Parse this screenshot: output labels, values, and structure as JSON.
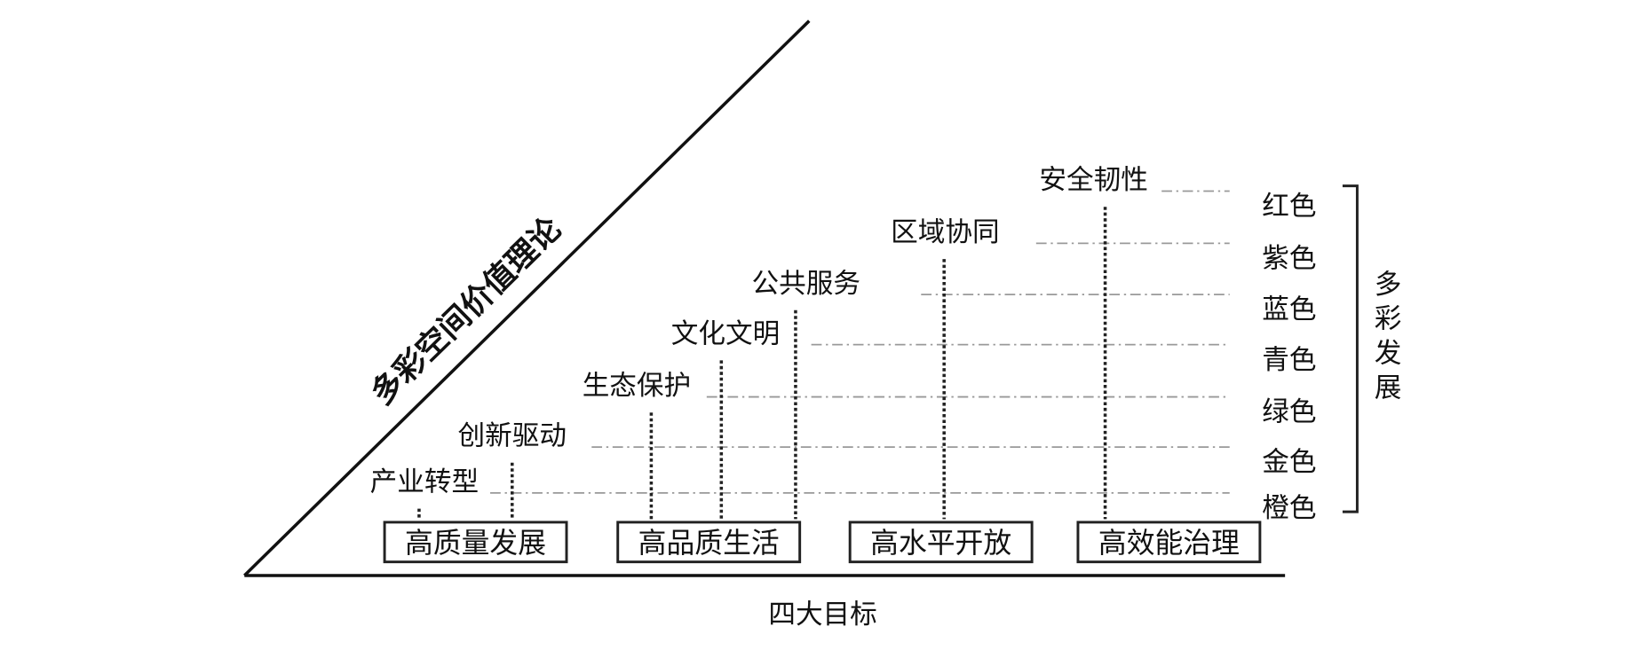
{
  "theory_title": "多彩空间价值理论",
  "bottom_title": "四大目标",
  "right_title": "多彩发展",
  "goals": [
    "高质量发展",
    "高品质生活",
    "高水平开放",
    "高效能治理"
  ],
  "dimensions": [
    "产业转型",
    "创新驱动",
    "生态保护",
    "文化文明",
    "公共服务",
    "区域协同",
    "安全韧性"
  ],
  "colors": [
    "橙色",
    "金色",
    "绿色",
    "青色",
    "蓝色",
    "紫色",
    "红色"
  ]
}
